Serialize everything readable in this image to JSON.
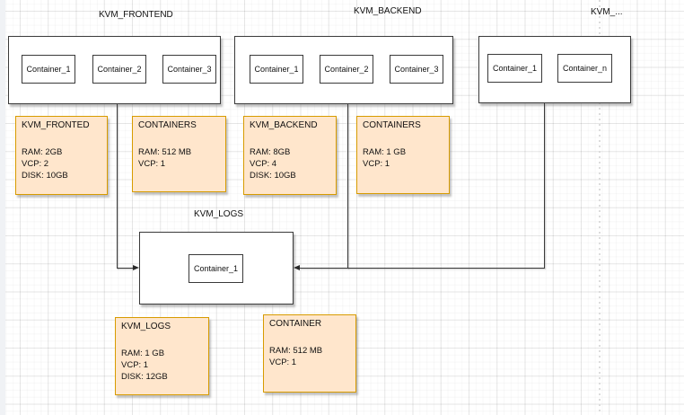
{
  "diagram": {
    "vms": [
      {
        "label": "KVM_FRONTEND",
        "containers": [
          "Container_1",
          "Container_2",
          "Container_3"
        ]
      },
      {
        "label": "KVM_BACKEND",
        "containers": [
          "Container_1",
          "Container_2",
          "Container_3"
        ]
      },
      {
        "label": "KVM_...",
        "containers": [
          "Container_1",
          "Container_n"
        ]
      },
      {
        "label": "KVM_LOGS",
        "containers": [
          "Container_1"
        ]
      }
    ],
    "notes": [
      {
        "title": "KVM_FRONTED",
        "lines": [
          "RAM: 2GB",
          "VCP: 2",
          "DISK: 10GB"
        ]
      },
      {
        "title": "CONTAINERS",
        "lines": [
          "RAM: 512 MB",
          "VCP: 1"
        ]
      },
      {
        "title": "KVM_BACKEND",
        "lines": [
          "RAM: 8GB",
          "VCP: 4",
          "DISK: 10GB"
        ]
      },
      {
        "title": "CONTAINERS",
        "lines": [
          "RAM: 1 GB",
          "VCP: 1"
        ]
      },
      {
        "title": "KVM_LOGS",
        "lines": [
          "RAM: 1 GB",
          "VCP: 1",
          "DISK: 12GB"
        ]
      },
      {
        "title": "CONTAINER",
        "lines": [
          "RAM: 512 MB",
          "VCP: 1"
        ]
      }
    ],
    "colors": {
      "note_fill": "#ffe6cc",
      "note_border": "#d79b00",
      "shape_border": "#3a3a3a",
      "page_break": "#dcdcdc"
    }
  }
}
